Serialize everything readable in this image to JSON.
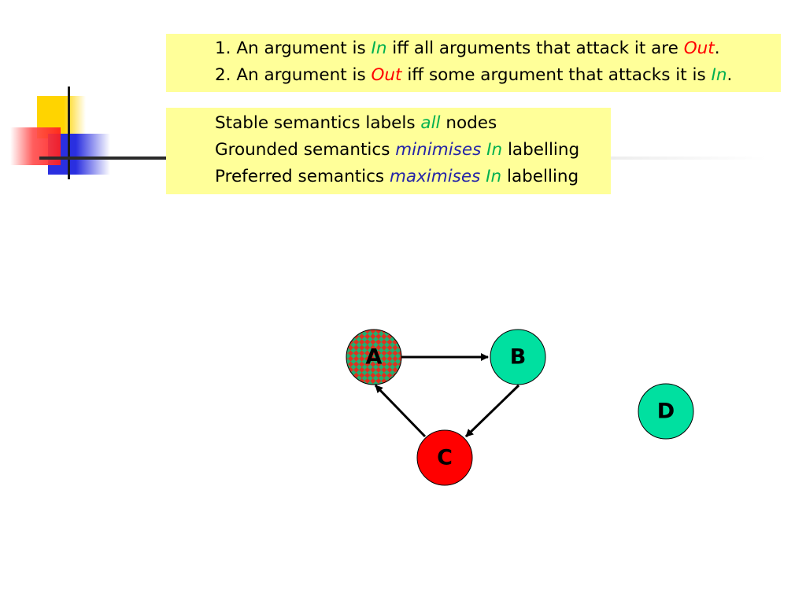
{
  "rules": {
    "rule1": {
      "a": "1. An argument is ",
      "b": "In",
      "c": " iff all arguments that attack it are ",
      "d": "Out",
      "e": "."
    },
    "rule2": {
      "a": "2. An argument is ",
      "b": "Out",
      "c": " iff some argument that attacks it is ",
      "d": "In",
      "e": "."
    }
  },
  "semantics": {
    "stable": {
      "a": "Stable semantics labels ",
      "b": "all",
      "c": " nodes"
    },
    "grounded": {
      "a": "Grounded semantics ",
      "b": "minimises",
      "c": " ",
      "d": "In",
      "e": " labelling"
    },
    "preferred": {
      "a": "Preferred semantics ",
      "b": "maximises",
      "c": " ",
      "d": "In",
      "e": " labelling"
    }
  },
  "graph": {
    "nodes": [
      {
        "id": "A",
        "label": "A",
        "status": "undecided (checkered red/green)"
      },
      {
        "id": "B",
        "label": "B",
        "status": "in",
        "color": "#00e0a0"
      },
      {
        "id": "C",
        "label": "C",
        "status": "out",
        "color": "#ff0000"
      },
      {
        "id": "D",
        "label": "D",
        "status": "in",
        "color": "#00e0a0"
      }
    ],
    "edges": [
      {
        "from": "A",
        "to": "B"
      },
      {
        "from": "B",
        "to": "C"
      },
      {
        "from": "C",
        "to": "A"
      }
    ]
  },
  "colors": {
    "in": "#00e0a0",
    "out": "#ff0000",
    "highlight_box": "#ffff99",
    "emphasis_blue": "#2424a8"
  }
}
